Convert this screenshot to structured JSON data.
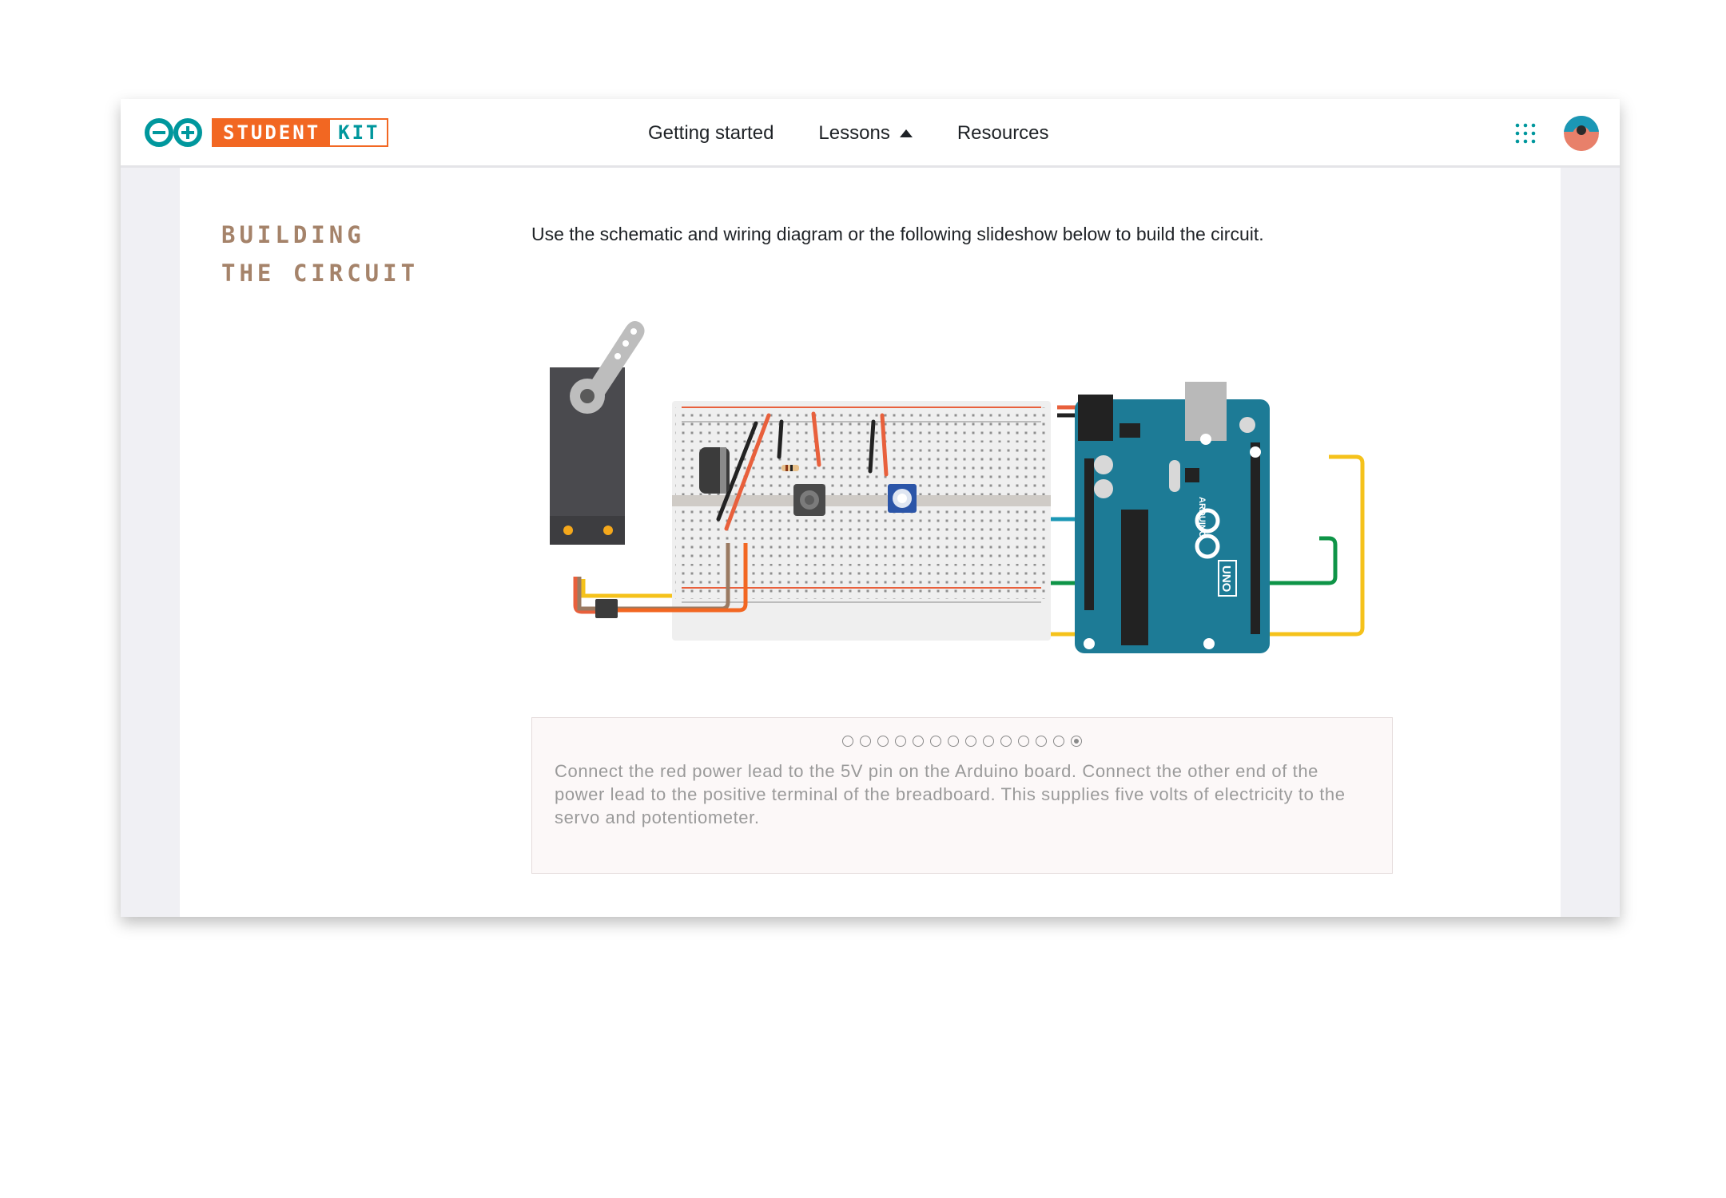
{
  "brand": {
    "kit_label_1": "STUDENT",
    "kit_label_2": "KIT",
    "colors": {
      "orange": "#f26722",
      "teal": "#00979d"
    },
    "logo_icon": "arduino-infinity-icon"
  },
  "nav": {
    "items": [
      {
        "label": "Getting started"
      },
      {
        "label": "Lessons",
        "icon": "caret-up-icon"
      },
      {
        "label": "Resources"
      }
    ],
    "apps_icon": "grid-apps-icon",
    "avatar_icon": "user-avatar-icon"
  },
  "section": {
    "title_line1": "BUILDING",
    "title_line2": "THE CIRCUIT",
    "intro": "Use the schematic and wiring diagram or the following slideshow below to build the circuit."
  },
  "diagram": {
    "board_label": "ARDUINO",
    "board_model": "UNO",
    "components": [
      "servo-motor",
      "breadboard",
      "capacitor",
      "resistor",
      "pushbutton",
      "potentiometer",
      "arduino-uno-board"
    ],
    "wire_colors": [
      "#e8603c",
      "#222222",
      "#f5c21b",
      "#0e9447",
      "#1b97b5",
      "#9a7a62",
      "#f26722"
    ]
  },
  "slideshow": {
    "total_slides": 14,
    "active_index": 13,
    "caption": "Connect the red power lead to the 5V pin on the Arduino board. Connect the other end of the power lead to the positive terminal of the breadboard. This supplies five volts of electricity to the servo and potentiometer."
  }
}
